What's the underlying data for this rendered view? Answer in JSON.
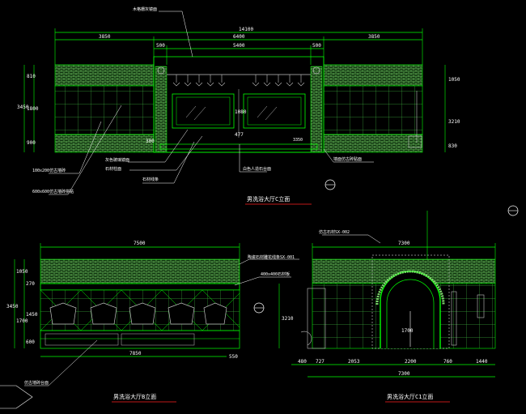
{
  "top": {
    "title": "男洗浴大厅C立面",
    "dims_top": {
      "total": "14100",
      "left": "3850",
      "center": "6400",
      "right": "3850",
      "sub_a": "500",
      "sub_b": "5400",
      "sub_c": "500"
    },
    "dims_left": [
      "810",
      "1800",
      "900",
      "3450"
    ],
    "dims_right": [
      "1050",
      "3210",
      "830"
    ],
    "inner_dims": [
      "1080",
      "477",
      "300"
    ],
    "callouts": [
      "木格栅灰镜面",
      "100x200仿古墙砖",
      "600x600仿古墙砖拼贴",
      "石材线条",
      "灰色玻璃镜面",
      "石材柱面",
      "白色人造石台面",
      "墙面仿古砖贴面"
    ],
    "small_label": "3350"
  },
  "bl": {
    "title": "男洗浴大厅B立面",
    "dims_top": "7500",
    "dims_bottom": [
      "7850",
      "550"
    ],
    "dims_left": [
      "1050",
      "270",
      "3450",
      "1450",
      "1700",
      "600"
    ],
    "callouts": [
      "陶瓷石材雕花线条SX-001",
      "400x400石材板",
      "仿古墙砖台面"
    ]
  },
  "br": {
    "title": "男洗浴大厅C1立面",
    "dims_top": "7300",
    "dims_bottom": [
      "480",
      "727",
      "2053",
      "2200",
      "760",
      "1440"
    ],
    "dim_total": "7300",
    "dims_left": [
      "3210"
    ],
    "arch_dim": "1700",
    "callouts": [
      "仿古石材SX-002"
    ]
  },
  "colors": {
    "line": "#00ff00",
    "wall": "#7cd66b",
    "text": "#ffffff",
    "accent": "#c0c0c0",
    "title_underline": "#ff2020"
  }
}
